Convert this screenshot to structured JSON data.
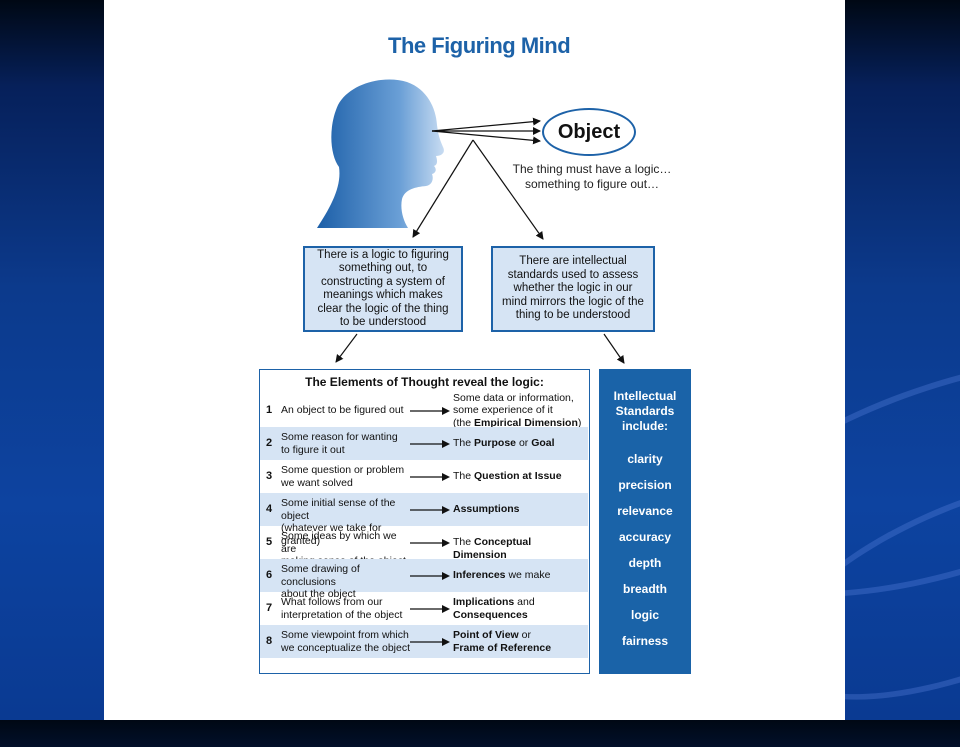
{
  "title": "The Figuring Mind",
  "object": {
    "label": "Object",
    "caption_line1": "The thing must have a logic…",
    "caption_line2": "something to figure out…"
  },
  "box_left": "There is a logic to figuring something out, to constructing a system of meanings which makes clear the logic of the thing to be understood",
  "box_right": "There are intellectual standards used to assess whether the logic in our mind mirrors the logic of the thing to be understood",
  "elements": {
    "header": "The Elements of Thought reveal the logic:",
    "rows": [
      {
        "num": "1",
        "cause": [
          "An object to be figured out"
        ],
        "effect": [
          [
            {
              "t": "Some data or information,",
              "b": false
            }
          ],
          [
            {
              "t": "some experience of it",
              "b": false
            }
          ],
          [
            {
              "t": "(the ",
              "b": false
            },
            {
              "t": "Empirical Dimension",
              "b": true
            },
            {
              "t": ")",
              "b": false
            }
          ]
        ]
      },
      {
        "num": "2",
        "cause": [
          "Some reason for wanting",
          "to figure it out"
        ],
        "effect": [
          [
            {
              "t": "The ",
              "b": false
            },
            {
              "t": "Purpose",
              "b": true
            },
            {
              "t": " or ",
              "b": false
            },
            {
              "t": "Goal",
              "b": true
            }
          ]
        ]
      },
      {
        "num": "3",
        "cause": [
          "Some question or problem",
          "we want solved"
        ],
        "effect": [
          [
            {
              "t": "The ",
              "b": false
            },
            {
              "t": "Question at Issue",
              "b": true
            }
          ]
        ]
      },
      {
        "num": "4",
        "cause": [
          "Some initial sense of the object",
          "(whatever we take for granted)"
        ],
        "effect": [
          [
            {
              "t": "Assumptions",
              "b": true
            }
          ]
        ]
      },
      {
        "num": "5",
        "cause": [
          "Some ideas by which we are",
          "making sense of the object"
        ],
        "effect": [
          [
            {
              "t": "The ",
              "b": false
            },
            {
              "t": "Conceptual Dimension",
              "b": true
            }
          ]
        ]
      },
      {
        "num": "6",
        "cause": [
          "Some drawing of conclusions",
          "about the object"
        ],
        "effect": [
          [
            {
              "t": "Inferences",
              "b": true
            },
            {
              "t": " we make",
              "b": false
            }
          ]
        ]
      },
      {
        "num": "7",
        "cause": [
          "What follows from our",
          "interpretation of the object"
        ],
        "effect": [
          [
            {
              "t": "Implications",
              "b": true
            },
            {
              "t": " and",
              "b": false
            }
          ],
          [
            {
              "t": "Consequences",
              "b": true
            }
          ]
        ]
      },
      {
        "num": "8",
        "cause": [
          "Some viewpoint from which",
          "we conceptualize the object"
        ],
        "effect": [
          [
            {
              "t": "Point of View",
              "b": true
            },
            {
              "t": " or",
              "b": false
            }
          ],
          [
            {
              "t": "Frame of Reference",
              "b": true
            }
          ]
        ]
      }
    ]
  },
  "standards": {
    "title_lines": [
      "Intellectual",
      "Standards",
      "include:"
    ],
    "items": [
      "clarity",
      "precision",
      "relevance",
      "accuracy",
      "depth",
      "breadth",
      "logic",
      "fairness"
    ]
  },
  "colors": {
    "accent_blue": "#1d62a8",
    "light_blue_fill": "#d6e4f4",
    "slide_background": "#0d43a0"
  }
}
